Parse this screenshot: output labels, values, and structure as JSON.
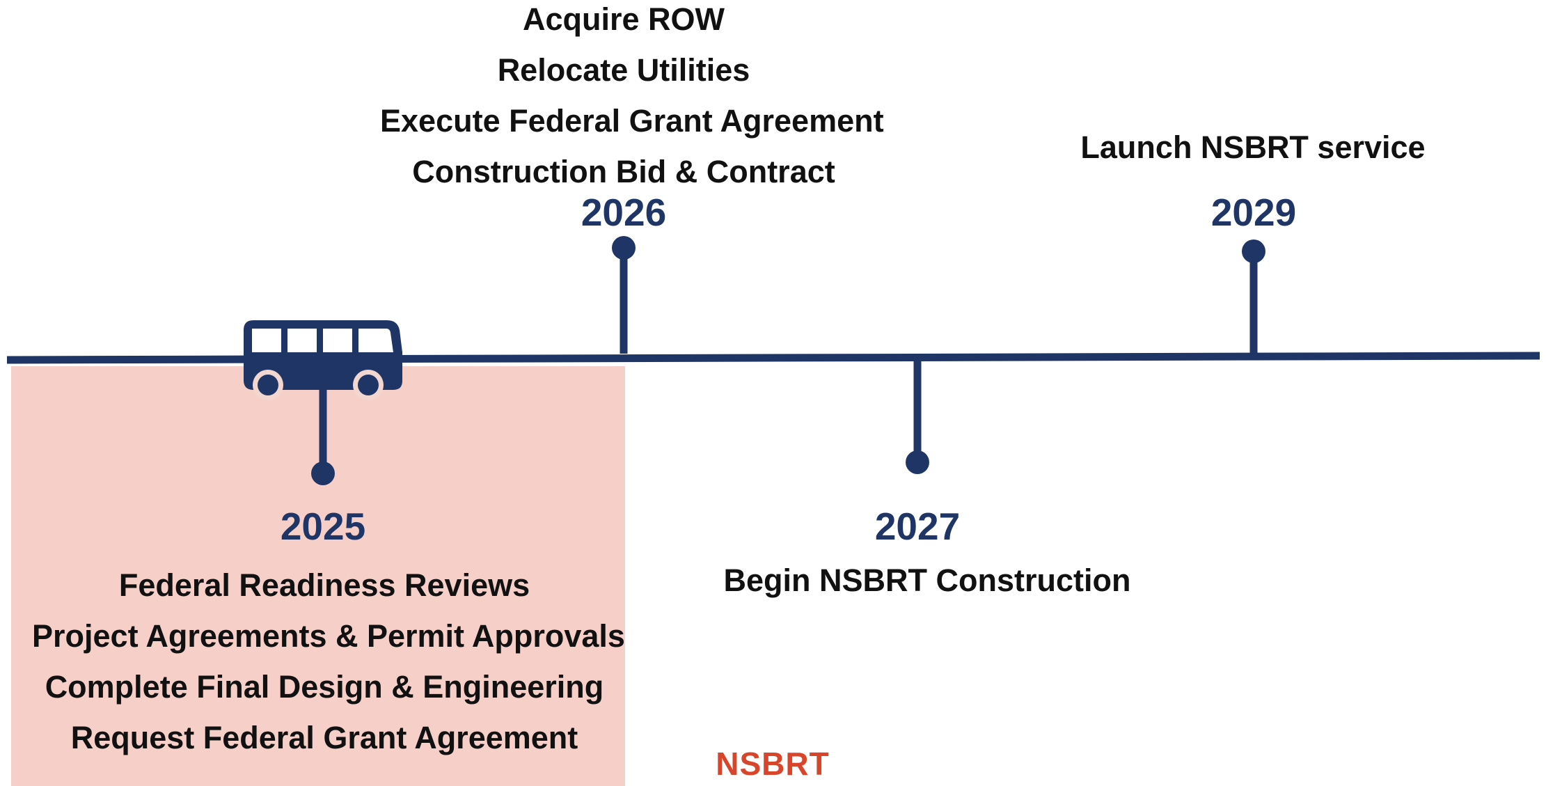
{
  "colors": {
    "line": "#1f3566",
    "highlight": "#f7cfc9",
    "brand": "#d9452b",
    "text": "#111111"
  },
  "milestones": [
    {
      "year": "2025",
      "items": [
        "Federal Readiness Reviews",
        "Project Agreements & Permit Approvals",
        "Complete Final Design & Engineering",
        "Request Federal Grant Agreement"
      ]
    },
    {
      "year": "2026",
      "items": [
        "Acquire ROW",
        "Relocate Utilities",
        "Execute Federal Grant Agreement",
        "Construction Bid & Contract"
      ]
    },
    {
      "year": "2027",
      "items": [
        "Begin NSBRT Construction"
      ]
    },
    {
      "year": "2029",
      "items": [
        "Launch NSBRT service"
      ]
    }
  ],
  "icon": "bus-icon",
  "brand": "NSBRT"
}
